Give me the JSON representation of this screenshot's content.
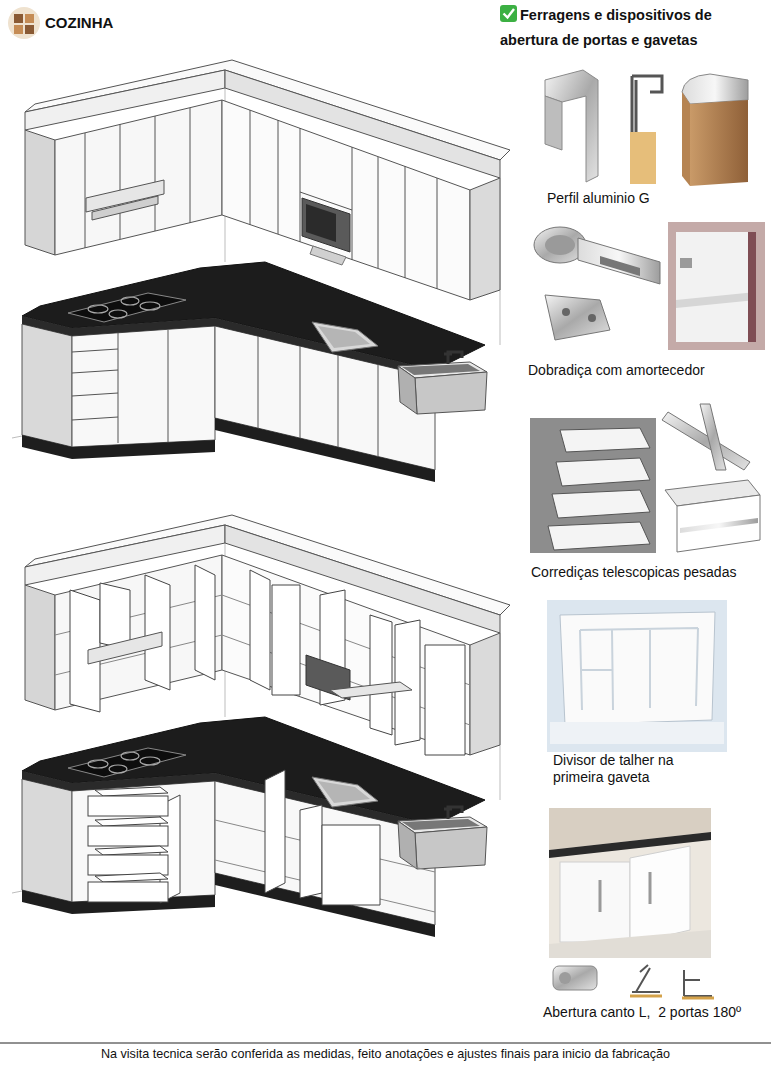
{
  "diagram": {
    "title": "COZINHA",
    "caption": "Na visita tecnica serão conferida as medidas, feito anotações e ajustes finais para inicio da fabricação",
    "labels": [
      "Ferragens e dispositivos de abertura de portas e gavetas",
      "Perfil aluminio G",
      "Dobradiça com amortecedor",
      "Corrediças telescopicas pesadas",
      "Divisor de talher na primeira gaveta",
      "Abertura canto L,  2 portas 180º"
    ]
  }
}
